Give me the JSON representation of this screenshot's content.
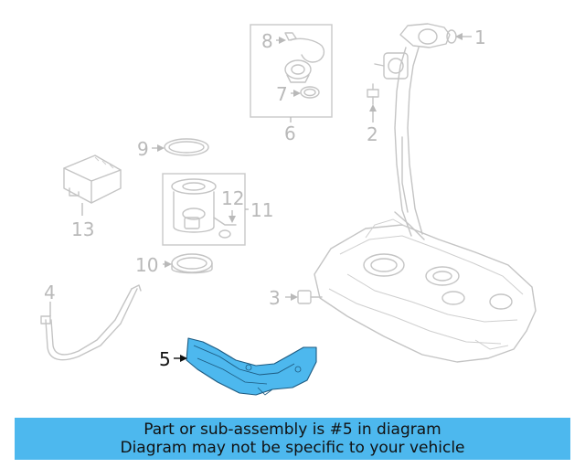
{
  "callouts": {
    "c1": "1",
    "c2": "2",
    "c3": "3",
    "c4": "4",
    "c5": "5",
    "c6": "6",
    "c7": "7",
    "c8": "8",
    "c9": "9",
    "c10": "10",
    "c11": "11",
    "c12": "12",
    "c13": "13"
  },
  "highlight": {
    "callout": "5",
    "color": "#4db8ee"
  },
  "banner": {
    "line1": "Part or sub-assembly is #5 in diagram",
    "line2": "Diagram may not be specific to your vehicle",
    "background": "#4db8ee"
  }
}
